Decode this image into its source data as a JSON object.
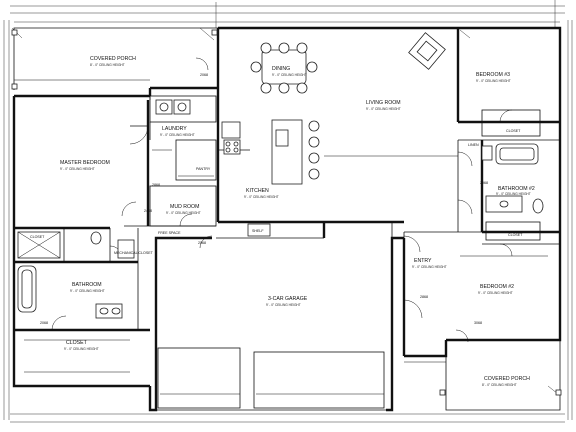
{
  "rooms": {
    "covered_porch_top": {
      "name": "COVERED PORCH",
      "note": "8' - 0\" CEILING HEIGHT"
    },
    "dining": {
      "name": "DINING",
      "note": "9' - 0\" CEILING HEIGHT"
    },
    "living_room": {
      "name": "LIVING ROOM",
      "note": "9' - 0\" CEILING HEIGHT"
    },
    "bedroom_3": {
      "name": "BEDROOM #3",
      "note": "9' - 0\" CEILING HEIGHT"
    },
    "laundry": {
      "name": "LAUNDRY",
      "note": "9' - 0\" CEILING HEIGHT"
    },
    "master_bedroom": {
      "name": "MASTER BEDROOM",
      "note": "9' - 0\" CEILING HEIGHT"
    },
    "kitchen": {
      "name": "KITCHEN",
      "note": "9' - 0\" CEILING HEIGHT"
    },
    "pantry": {
      "name": "PANTRY"
    },
    "mud_room": {
      "name": "MUD ROOM",
      "note": "9' - 0\" CEILING HEIGHT"
    },
    "bathroom_2": {
      "name": "BATHROOM #2",
      "note": "9' - 0\" CEILING HEIGHT"
    },
    "bathroom": {
      "name": "BATHROOM",
      "note": "9' - 0\" CEILING HEIGHT"
    },
    "garage": {
      "name": "3-CAR GARAGE",
      "note": "9' - 0\" CEILING HEIGHT"
    },
    "entry": {
      "name": "ENTRY",
      "note": "9' - 0\" CEILING HEIGHT"
    },
    "bedroom_2": {
      "name": "BEDROOM #2",
      "note": "9' - 0\" CEILING HEIGHT"
    },
    "closet": {
      "name": "CLOSET",
      "note": "9' - 0\" CEILING HEIGHT"
    },
    "covered_porch_bottom": {
      "name": "COVERED PORCH",
      "note": "8' - 0\" CEILING HEIGHT"
    }
  },
  "tags": {
    "door_2068_a": "2068",
    "door_2068_b": "2068",
    "door_2868_a": "2868",
    "door_2868_b": "2868",
    "door_2468": "2468",
    "door_3068": "3068",
    "door_2068_c": "2068",
    "door_2068_d": "2068",
    "mech": "MECHANICAL CLOSET",
    "free_space": "FREE SPACE",
    "shelf": "SHELF",
    "closet_small": "CLOSET",
    "linen": "LINEN",
    "closet_br3": "CLOSET",
    "closet_br2": "CLOSET"
  },
  "colors": {
    "line": "#111111",
    "paper": "#ffffff"
  }
}
